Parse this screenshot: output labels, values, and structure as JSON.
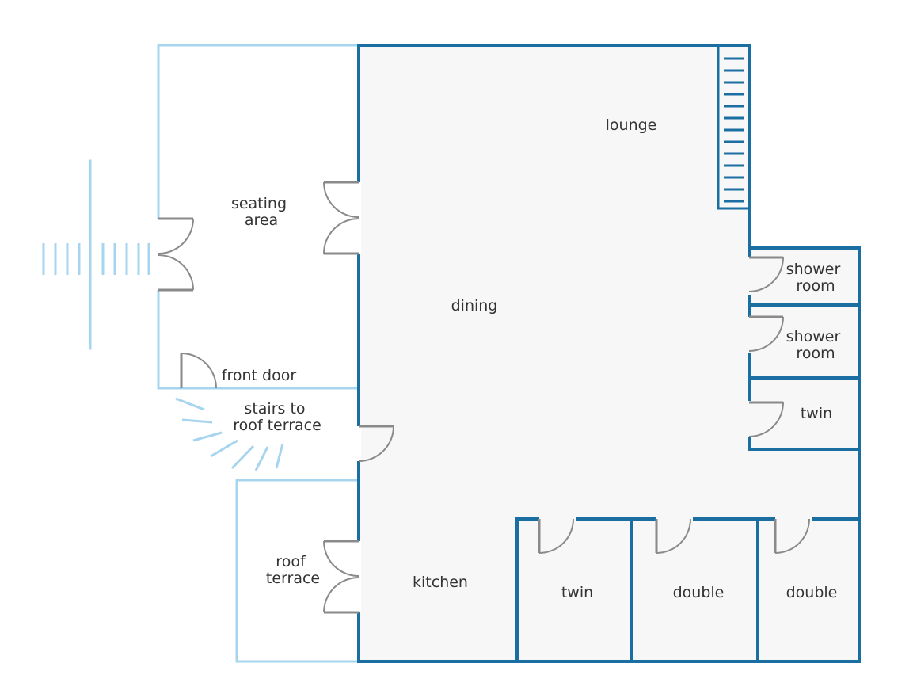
{
  "colors": {
    "interior_wall": "#1b6ea2",
    "exterior_wall": "#a7d4ef",
    "door": "#8a8a8a",
    "floor": "#f7f7f7",
    "label": "#333333"
  },
  "rooms": {
    "lounge": [
      "lounge"
    ],
    "seating_area": [
      "seating",
      "area"
    ],
    "dining": [
      "dining"
    ],
    "shower_room_1": [
      "shower",
      "room"
    ],
    "shower_room_2": [
      "shower",
      "room"
    ],
    "twin_right": [
      "twin"
    ],
    "front_door": [
      "front door"
    ],
    "stairs_roof_terrace": [
      "stairs to",
      "roof terrace"
    ],
    "roof_terrace": [
      "roof",
      "terrace"
    ],
    "kitchen": [
      "kitchen"
    ],
    "twin_bottom": [
      "twin"
    ],
    "double_1": [
      "double"
    ],
    "double_2": [
      "double"
    ]
  }
}
